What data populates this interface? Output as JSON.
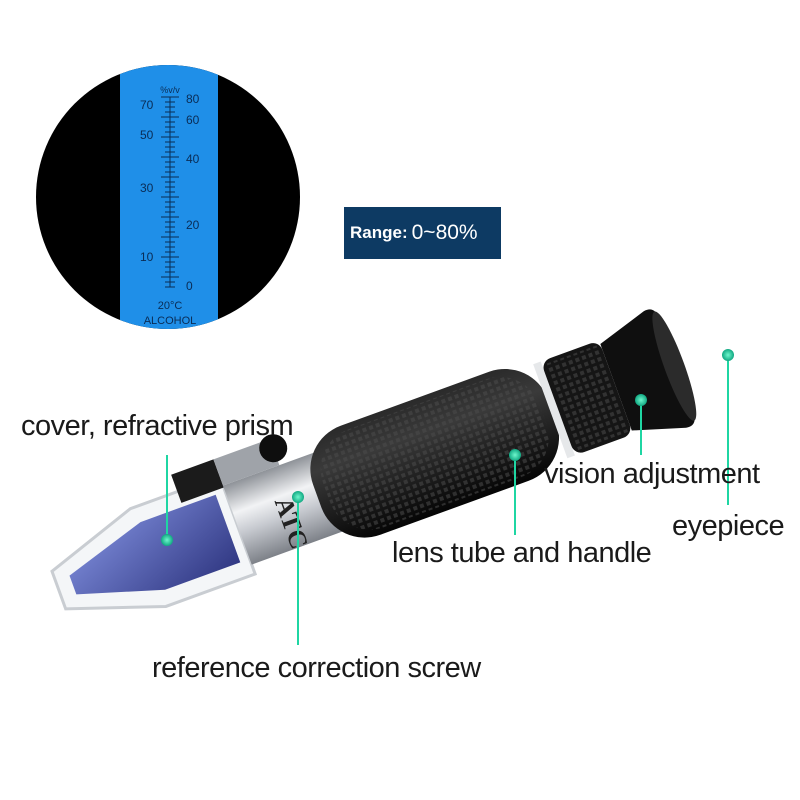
{
  "scale_view": {
    "unit": "%v/v",
    "left_ticks": [
      "70",
      "50",
      "30",
      "10"
    ],
    "right_ticks": [
      "80",
      "60",
      "40",
      "20",
      "0"
    ],
    "temperature": "20°C",
    "name": "ALCOHOL"
  },
  "range_badge": {
    "label": "Range:",
    "value": "0~80%",
    "color": "#0d3a63"
  },
  "product": {
    "engraving": "ATC"
  },
  "labels": {
    "cover": "cover, refractive prism",
    "screw": "reference correction screw",
    "lens": "lens tube and handle",
    "vision": "vision adjustment",
    "eyepiece": "eyepiece"
  },
  "colors": {
    "scale_blue": "#1f8fe8",
    "callout": "#1fd6a3",
    "handle": "#111111",
    "tube": "#c9ccd1"
  }
}
